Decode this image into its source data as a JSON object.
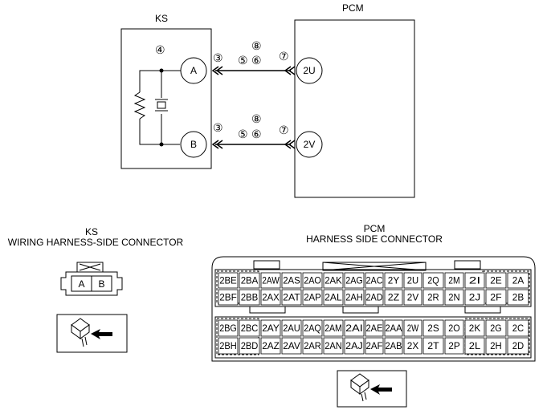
{
  "wiring": {
    "ks_title": "KS",
    "pcm_title": "PCM",
    "terminal_a": "A",
    "terminal_b": "B",
    "terminal_2u": "2U",
    "terminal_2v": "2V",
    "callout_4": "④",
    "callout_3": "③",
    "callout_5": "⑤",
    "callout_6": "⑥",
    "callout_7": "⑦",
    "callout_8": "⑧"
  },
  "ks_connector": {
    "title": "KS",
    "subtitle": "WIRING HARNESS-SIDE CONNECTOR",
    "pin_a": "A",
    "pin_b": "B"
  },
  "pcm_connector": {
    "title": "PCM",
    "subtitle": "HARNESS SIDE CONNECTOR",
    "rows": [
      [
        "2BE",
        "2BA",
        "2AW",
        "2AS",
        "2AO",
        "2AK",
        "2AG",
        "2AC",
        "2Y",
        "2U",
        "2Q",
        "2M",
        "2I",
        "2E",
        "2A"
      ],
      [
        "2BF",
        "2BB",
        "2AX",
        "2AT",
        "2AP",
        "2AL",
        "2AH",
        "2AD",
        "2Z",
        "2V",
        "2R",
        "2N",
        "2J",
        "2F",
        "2B"
      ],
      [
        "2BG",
        "2BC",
        "2AY",
        "2AU",
        "2AQ",
        "2AM",
        "2AI",
        "2AE",
        "2AA",
        "2W",
        "2S",
        "2O",
        "2K",
        "2G",
        "2C"
      ],
      [
        "2BH",
        "2BD",
        "2AZ",
        "2AV",
        "2AR",
        "2AN",
        "2AJ",
        "2AF",
        "2AB",
        "2X",
        "2T",
        "2P",
        "2L",
        "2H",
        "2D"
      ]
    ]
  },
  "icons": {
    "ks_connector_view": "connector-view-icon",
    "pcm_connector_view": "connector-view-icon"
  }
}
